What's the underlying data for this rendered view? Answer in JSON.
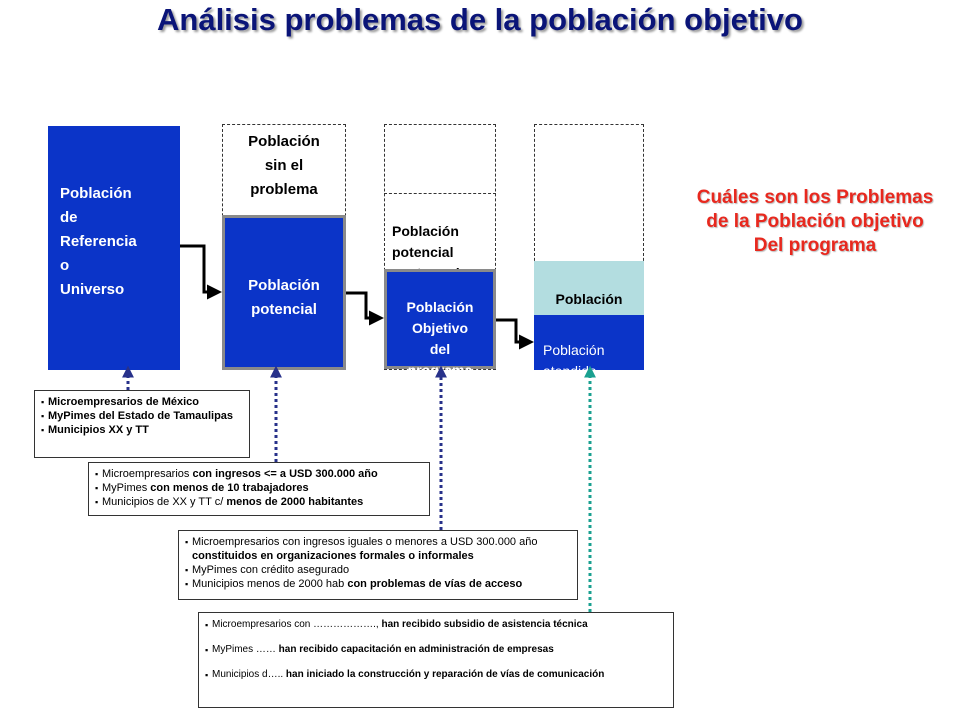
{
  "title": "Análisis problemas de la población objetivo",
  "boxes": {
    "referencia": "Población\n de\n Referencia\n o\n Universo",
    "sin_problema": "Población\nsin el\nproblema",
    "potencial": "Población\npotencial",
    "postergada": "Población\npotencial\npostergada",
    "objetivo": "Población\nObjetivo\ndel\nprograma",
    "espera": "Población\nen espera",
    "atendida": "Población\natendida"
  },
  "question": "Cuáles son los Problemas de la Población objetivo Del programa",
  "notes": {
    "note1": [
      "Microempresarios de México",
      "MyPimes del Estado de Tamaulipas",
      "Municipios XX y TT"
    ],
    "note2": [
      {
        "a": "Microempresarios ",
        "b": "con ingresos <= a USD 300.000 año"
      },
      {
        "a": "MyPimes ",
        "b": "con menos de 10 trabajadores"
      },
      {
        "a": "Municipios de XX y TT c/ ",
        "b": "menos de 2000 habitantes"
      }
    ],
    "note3": [
      {
        "a": "Microempresarios con ingresos iguales o menores a USD 300.000 año ",
        "b": "constituidos en organizaciones formales o informales"
      },
      {
        "a": "MyPimes con crédito asegurado",
        "b": ""
      },
      {
        "a": "Municipios  menos de 2000 hab ",
        "b": "con problemas de vías de acceso"
      }
    ],
    "note4": [
      {
        "a": "Microempresarios con ………………., ",
        "b": "han recibido subsidio de asistencia técnica"
      },
      {
        "a": "MyPimes  …… ",
        "b": "han recibido capacitación en administración de empresas"
      },
      {
        "a": "Municipios  d….. ",
        "b": "han iniciado la construcción y reparación de vías de comunicación"
      }
    ]
  },
  "colors": {
    "box_blue": "#0b34c8",
    "light_teal": "#b3dde0",
    "title": "#0a1478",
    "question": "#e8281e",
    "arrow_blue": "#27318a",
    "arrow_teal": "#1aa090"
  }
}
